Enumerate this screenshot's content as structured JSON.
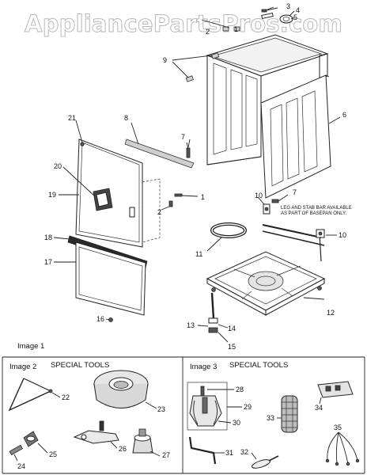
{
  "watermark": "AppliancePartsPros.com",
  "images": {
    "image1_label": "Image 1",
    "image2_label": "Image 2",
    "image2_title": "SPECIAL TOOLS",
    "image3_label": "Image 3",
    "image3_title": "SPECIAL TOOLS"
  },
  "note": {
    "line1": "LEG AND STAB BAR AVAILABLE",
    "line2": "AS PART OF BASEPAN ONLY."
  },
  "callouts": {
    "c1": "1",
    "c2": "2",
    "c3": "3",
    "c4": "4",
    "c5": "5",
    "c6": "6",
    "c7": "7",
    "c7b": "7",
    "c8": "8",
    "c9": "9",
    "c10": "10",
    "c10b": "10",
    "c11": "11",
    "c12": "12",
    "c13": "13",
    "c14": "14",
    "c15": "15",
    "c16": "16",
    "c17": "17",
    "c18": "18",
    "c19": "19",
    "c20": "20",
    "c21": "21",
    "c22": "22",
    "c23": "23",
    "c24": "24",
    "c25": "25",
    "c26": "26",
    "c27": "27",
    "c28": "28",
    "c29": "29",
    "c30": "30",
    "c31": "31",
    "c32": "32",
    "c33": "33",
    "c34": "34",
    "c35": "35",
    "c1b": "1",
    "c2b": "2"
  }
}
